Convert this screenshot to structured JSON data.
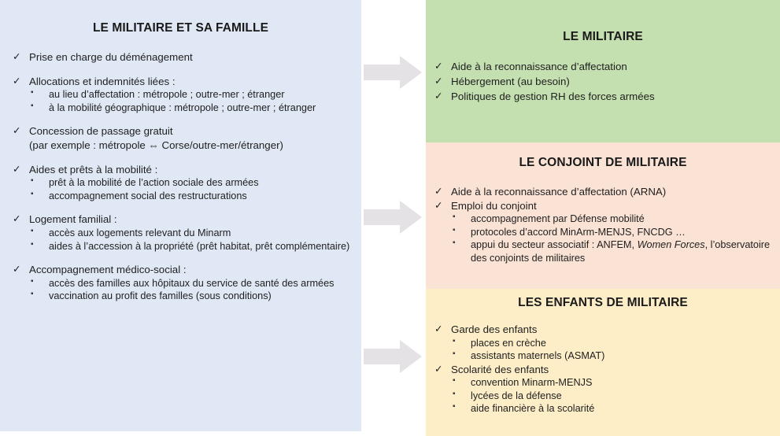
{
  "panels": {
    "family": {
      "title": "LE MILITAIRE ET SA FAMILLE",
      "color": "#dfe8f4",
      "items": [
        {
          "text": "Prise en charge du déménagement",
          "subs": []
        },
        {
          "text": "Allocations et indemnités liées :",
          "subs": [
            "au  lieu d’affectation  : métropole ; outre-mer  ; étranger",
            "à la mobilité géographique : métropole ; outre-mer ; étranger"
          ]
        },
        {
          "text": "Concession de passage gratuit",
          "cont": "(par exemple : métropole ⇔ Corse/outre-mer/étranger)",
          "subs": []
        },
        {
          "text": "Aides et prêts à la mobilité :",
          "subs": [
            "prêt à la mobilité de l’action sociale des armées",
            "accompagnement social des restructurations"
          ]
        },
        {
          "text": "Logement familial :",
          "subs": [
            "accès aux logements relevant du Minarm",
            "aides à l’accession à la propriété (prêt habitat, prêt complémentaire)"
          ]
        },
        {
          "text": "Accompagnement médico-social :",
          "subs": [
            "accès des familles aux hôpitaux du service de santé des armées",
            "vaccination au profit des familles (sous conditions)"
          ]
        }
      ]
    },
    "soldier": {
      "title": "LE MILITAIRE",
      "color": "#c4dfb0",
      "items": [
        {
          "text": "Aide à la reconnaissance  d’affectation",
          "subs": []
        },
        {
          "text": "Hébergement  (au besoin)",
          "subs": []
        },
        {
          "text": "Politiques de gestion RH des forces armées",
          "subs": []
        }
      ]
    },
    "spouse": {
      "title": "LE CONJOINT DE MILITAIRE",
      "color": "#fae2d5",
      "items": [
        {
          "text": "Aide à la reconnaissance  d’affectation (ARNA)",
          "subs": []
        },
        {
          "text": "Emploi du conjoint",
          "subs": [
            "accompagnement par Défense  mobilité",
            "protocoles d’accord MinArm-MENJS, FNCDG …",
            "appui du secteur associatif : ANFEM, |Women  Forces|, l’observatoire  des conjoints de militaires"
          ]
        }
      ]
    },
    "children": {
      "title": "LES ENFANTS DE MILITAIRE",
      "color": "#fdeec8",
      "items": [
        {
          "text": "Garde des enfants",
          "subs": [
            "places en crèche",
            "assistants maternels (ASMAT)"
          ]
        },
        {
          "text": "Scolarité des enfants",
          "subs": [
            "convention Minarm-MENJS",
            "lycées de la défense",
            "aide financière à la scolarité"
          ]
        }
      ]
    }
  },
  "arrows": {
    "color": "#e4e2e4",
    "labels": [
      "arrow-to-soldier",
      "arrow-to-spouse",
      "arrow-to-children"
    ]
  },
  "glyphs": {
    "check": "✓",
    "square": "▪"
  }
}
